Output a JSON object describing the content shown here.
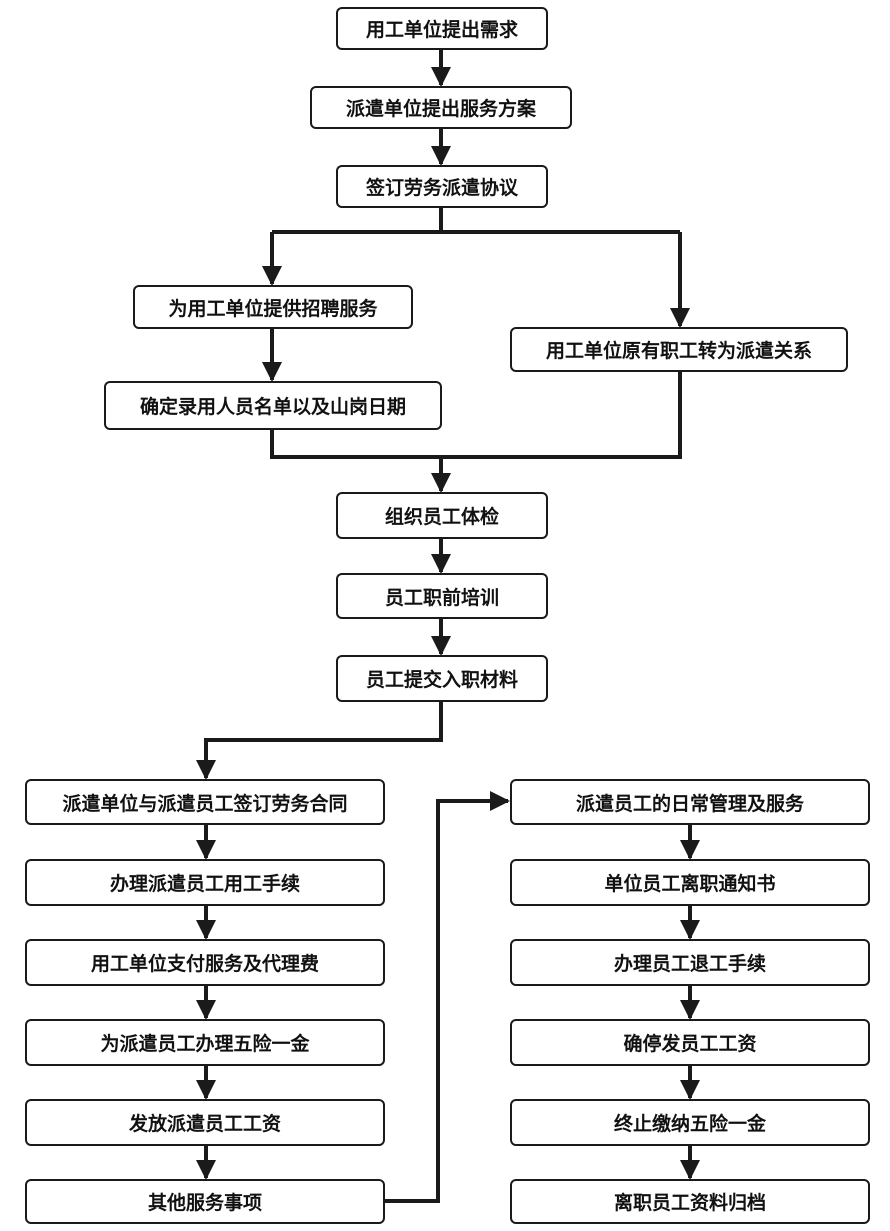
{
  "steps": {
    "s1": "用工单位提出需求",
    "s2": "派遣单位提出服务方案",
    "s3": "签订劳务派遣协议",
    "s4": "为用工单位提供招聘服务",
    "s5": "确定录用人员名单以及山岗日期",
    "s6": "用工单位原有职工转为派遣关系",
    "s7": "组织员工体检",
    "s8": "员工职前培训",
    "s9": "员工提交入职材料",
    "l1": "派遣单位与派遣员工签订劳务合同",
    "l2": "办理派遣员工用工手续",
    "l3": "用工单位支付服务及代理费",
    "l4": "为派遣员工办理五险一金",
    "l5": "发放派遣员工工资",
    "l6": "其他服务事项",
    "r1": "派遣员工的日常管理及服务",
    "r2": "单位员工离职通知书",
    "r3": "办理员工退工手续",
    "r4": "确停发员工工资",
    "r5": "终止缴纳五险一金",
    "r6": "离职员工资料归档"
  },
  "colors": {
    "line": "#1a1a1a",
    "box_border": "#1a1a1a",
    "background": "#ffffff"
  }
}
